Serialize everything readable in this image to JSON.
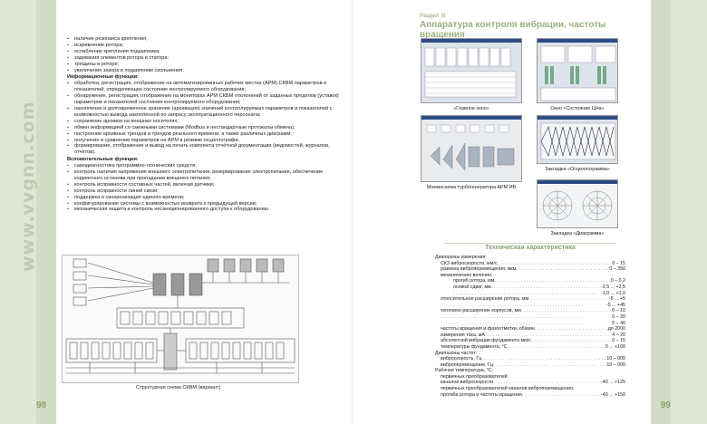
{
  "left_page": {
    "site": "www.vvgnn.com",
    "page_number": "98",
    "top_items": [
      "наличие резонанса крепления;",
      "искривление ротора;",
      "ослабление крепления подшипника;",
      "задевания элементов ротора и статора;",
      "трещины в роторе;",
      "увеличение зазора в подшипнике скольжения."
    ],
    "info_heading": "Информационные функции:",
    "info_items": [
      "обработка, регистрация, отображение на автоматизированных рабочих местах (АРМ) СКВМ параметров и показателей, определяющих состояние контролируемого оборудования;",
      "обнаружение, регистрация, отображение на мониторах АРМ СКВМ отклонений от заданных пределов (уставок) параметров и показателей состояния контролируемого оборудования;",
      "накопление и долговременное хранение (архивация) значений контролируемых параметров и показателей с возможностью вывода накопленной по запросу эксплуатационного персонала;",
      "сохранение архивов на внешних носителях;",
      "обмен информацией со смежными системами (Modbus и нестандартные протоколы обмена);",
      "построение архивных трендов и трендов реального времени, а также различных диаграмм;",
      "получение и сравнение параметров на АРМ в режиме осциллографа;",
      "формирование, отображение и вывод на печать комплекта отчётной документации (ведомостей, журналов, отчётов)."
    ],
    "aux_heading": "Вспомогательные функции:",
    "aux_items": [
      "самодиагностика программно-технических средств;",
      "контроль наличия напряжения внешнего электропитания, резервирование электропитания, обеспечение корректного останова при пропадании внешнего питания;",
      "контроль исправности составных частей, включая датчики;",
      "контроль исправности линий связи;",
      "поддержка и синхронизация единого времени;",
      "конфигурирование системы с возможностью возврата к предыдущей версии;",
      "механическая защита и контроль несанкционированного доступа к оборудованию."
    ],
    "scheme_caption": "Структурная схема СКВМ (вариант)"
  },
  "right_page": {
    "page_number": "99",
    "section_label": "Раздел III",
    "section_title": "Аппаратура контроля вибрации, частоты вращения",
    "screens": [
      {
        "caption": "«Главное окно»"
      },
      {
        "caption": "Окно «Состояние ЦНа»"
      },
      {
        "caption": "Мнемосхема турбогенератора АРМ ИВ"
      },
      {
        "caption": "Закладка «Осциллограмма»"
      },
      {
        "caption": "Закладка «Диаграмма»"
      }
    ],
    "specs_title": "Техническая характеристика",
    "specs": [
      {
        "label": "Диапазоны измерения:",
        "value": "",
        "indent": 0
      },
      {
        "label": "СКЗ виброскорости, мм/с",
        "value": "0 – 15",
        "indent": 1
      },
      {
        "label": "размаха виброперемещения, мкм",
        "value": "0 – 350",
        "indent": 1
      },
      {
        "label": "механических величин:",
        "value": "",
        "indent": 1
      },
      {
        "label": "прогиб ротора, мм",
        "value": "0 – 0,2",
        "indent": 2
      },
      {
        "label": "осевой сдвиг, мм",
        "value": "-2,5 ... +2,5",
        "indent": 2
      },
      {
        "label": "",
        "value": "-1,0 ... +1,0",
        "indent": 2
      },
      {
        "label": "относительное расширение ротора, мм",
        "value": "-5 ... +5",
        "indent": 1
      },
      {
        "label": "",
        "value": "-5 ... +45",
        "indent": 1
      },
      {
        "label": "тепловое расширение корпусов, мм",
        "value": "0 – 10",
        "indent": 1
      },
      {
        "label": "",
        "value": "0 – 20",
        "indent": 1
      },
      {
        "label": "",
        "value": "0 – 40",
        "indent": 1
      },
      {
        "label": "частоты вращения и фазоотметки, об/мин",
        "value": "до 2000",
        "indent": 1
      },
      {
        "label": "измерения тока, мА",
        "value": "4 – 20",
        "indent": 1
      },
      {
        "label": "абсолютной вибрации фундамента мм/с",
        "value": "0 – 15",
        "indent": 1
      },
      {
        "label": "температуры фундамента, °С",
        "value": "0 ... +100",
        "indent": 1
      },
      {
        "label": "Диапазоны частот:",
        "value": "",
        "indent": 0
      },
      {
        "label": "виброскорость, Гц",
        "value": "10 – 000",
        "indent": 1
      },
      {
        "label": "виброперемещение, Гц",
        "value": "10 – 000",
        "indent": 1
      },
      {
        "label": "Рабочая температура, °С:",
        "value": "",
        "indent": 0
      },
      {
        "label": "первичных преобразователей",
        "value": "",
        "indent": 1
      },
      {
        "label": "каналов виброскорости",
        "value": "-40 ... +125",
        "indent": 1
      },
      {
        "label": "первичных преобразователей каналов виброперемещения,",
        "value": "",
        "indent": 1
      },
      {
        "label": "прогиба ротора и частоты вращения",
        "value": "-40 ... +150",
        "indent": 1
      }
    ]
  },
  "colors": {
    "stripe": "#d3dcc6",
    "accent": "#9bb07f",
    "window_bar": "#2c4c86"
  }
}
